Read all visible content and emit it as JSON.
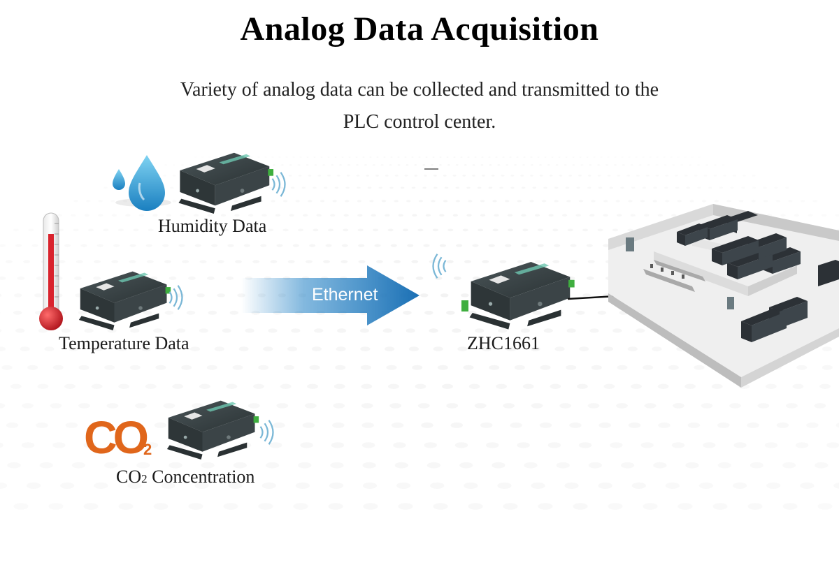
{
  "title": "Analog Data Acquisition",
  "subtitle": {
    "line1": "Variety of analog data can be collected and transmitted to the",
    "line2": "PLC control center."
  },
  "sources": [
    {
      "label": "Humidity Data",
      "icon": "water-drops-icon"
    },
    {
      "label": "Temperature Data",
      "icon": "thermometer-icon"
    },
    {
      "label_main": "CO",
      "label_sub": "2",
      "label_rest": " Concentration",
      "icon": "co2-icon"
    }
  ],
  "co2_icon": {
    "main": "CO",
    "sub": "2"
  },
  "link": {
    "label": "Ethernet"
  },
  "gateway": {
    "label": "ZHC1661"
  },
  "destination": {
    "icon": "data-center-icon"
  },
  "colors": {
    "arrow": "#1e7fc4",
    "device": "#3a4446",
    "accent": "#5fc3a8",
    "co2": "#e0661b",
    "water": "#2a9fd6",
    "thermo": "#d9232d"
  }
}
